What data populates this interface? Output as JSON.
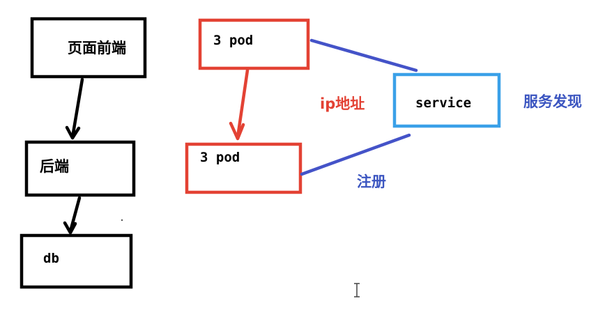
{
  "nodes": {
    "frontend": {
      "label": "页面前端"
    },
    "backend": {
      "label": "后端"
    },
    "db": {
      "label": "db"
    },
    "pod_top": {
      "label": "3 pod"
    },
    "pod_bottom": {
      "label": "3 pod"
    },
    "service": {
      "label": "service"
    }
  },
  "annotations": {
    "ip": "ip地址",
    "discovery": "服务发现",
    "register": "注册"
  },
  "colors": {
    "black": "#000000",
    "red": "#e34234",
    "blue": "#4453c8",
    "light_blue": "#3aa0e8"
  }
}
